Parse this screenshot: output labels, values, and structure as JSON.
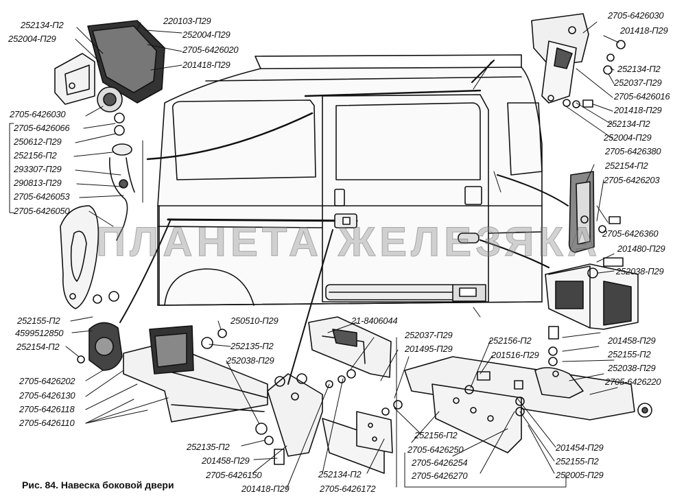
{
  "caption": "Рис. 84. Навеска боковой двери",
  "watermark": "ПЛАНЕТА ЖЕЛЕЗЯКА",
  "labels": {
    "l_252134_P2_a": "252134-П2",
    "l_252004_P29_a": "252004-П29",
    "l_220103_P29": "220103-П29",
    "l_252004_P29_b": "252004-П29",
    "l_2705_6426020": "2705-6426020",
    "l_201418_P29_a": "201418-П29",
    "l_2705_6426030_a": "2705-6426030",
    "l_2705_6426066": "2705-6426066",
    "l_250612_P29": "250612-П29",
    "l_252156_P2_a": "252156-П2",
    "l_293307_P29": "293307-П29",
    "l_290813_P29": "290813-П29",
    "l_2705_6426053": "2705-6426053",
    "l_2705_6426050": "2705-6426050",
    "l_2705_6426030_b": "2705-6426030",
    "l_201418_P29_b": "201418-П29",
    "l_252134_P2_b": "252134-П2",
    "l_252037_P29_a": "252037-П29",
    "l_2705_6426016": "2705-6426016",
    "l_201418_P29_c": "201418-П29",
    "l_252134_P2_c": "252134-П2",
    "l_252004_P29_c": "252004-П29",
    "l_2705_6426380": "2705-6426380",
    "l_252154_P2_a": "252154-П2",
    "l_2705_6426203": "2705-6426203",
    "l_2705_6426360": "2705-6426360",
    "l_201480_P29": "201480-П29",
    "l_252038_P29_a": "252038-П29",
    "l_252155_P2_a": "252155-П2",
    "l_4599512850": "4599512850",
    "l_252154_P2_b": "252154-П2",
    "l_2705_6426202": "2705-6426202",
    "l_2705_6426130": "2705-6426130",
    "l_2705_6426118": "2705-6426118",
    "l_2705_6426110": "2705-6426110",
    "l_250510_P29": "250510-П29",
    "l_252135_P2_a": "252135-П2",
    "l_252038_P29_b": "252038-П29",
    "l_21_8406044": "21-8406044",
    "l_252037_P29_b": "252037-П29",
    "l_201495_P29": "201495-П29",
    "l_252156_P2_b": "252156-П2",
    "l_201516_P29": "201516-П29",
    "l_201458_P29_a": "201458-П29",
    "l_252155_P2_b": "252155-П2",
    "l_252038_P29_c": "252038-П29",
    "l_2705_6426220": "2705-6426220",
    "l_252135_P2_b": "252135-П2",
    "l_201458_P29_b": "201458-П29",
    "l_2705_6426150": "2705-6426150",
    "l_201418_P29_d": "201418-П29",
    "l_252134_P2_d": "252134-П2",
    "l_2705_6426172": "2705-6426172",
    "l_252156_P2_c": "252156-П2",
    "l_2705_6426250": "2705-6426250",
    "l_2705_6426254": "2705-6426254",
    "l_2705_6426270": "2705-6426270",
    "l_201454_P29": "201454-П29",
    "l_252155_P2_c": "252155-П2",
    "l_252005_P29": "252005-П29"
  },
  "colors": {
    "ink": "#111111",
    "fill": "#f2f2f2",
    "shade": "#4a4a4a"
  }
}
